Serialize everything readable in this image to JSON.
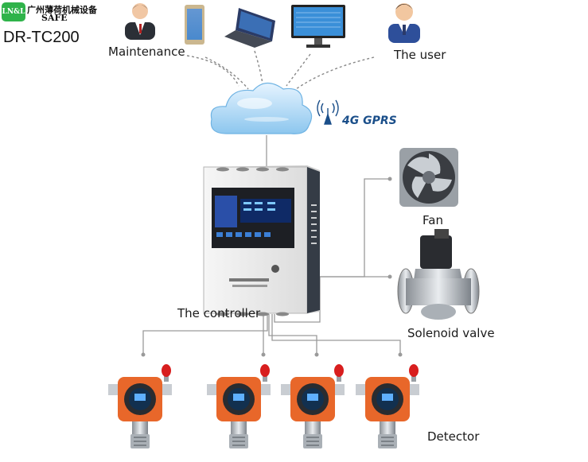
{
  "logo": {
    "badge": "LN&L",
    "company": "广州薄荷机械设备",
    "brand": "SAFE"
  },
  "model": "DR-TC200",
  "labels": {
    "maintenance": "Maintenance",
    "user": "The user",
    "network": "4G GPRS",
    "controller": "The controller",
    "fan": "Fan",
    "valve": "Solenoid valve",
    "detector": "Detector"
  },
  "colors": {
    "connector": "#999999",
    "detector_body": "#e8672a",
    "beacon": "#d81e1e",
    "controller_screen": "#0f2a66",
    "cloud": "#9fd0f2"
  },
  "icons": [
    "person-icon",
    "smartphone-icon",
    "laptop-icon",
    "monitor-icon",
    "person-icon",
    "cloud-icon",
    "antenna-icon",
    "fan-icon",
    "solenoid-valve-icon",
    "gas-detector-icon"
  ]
}
